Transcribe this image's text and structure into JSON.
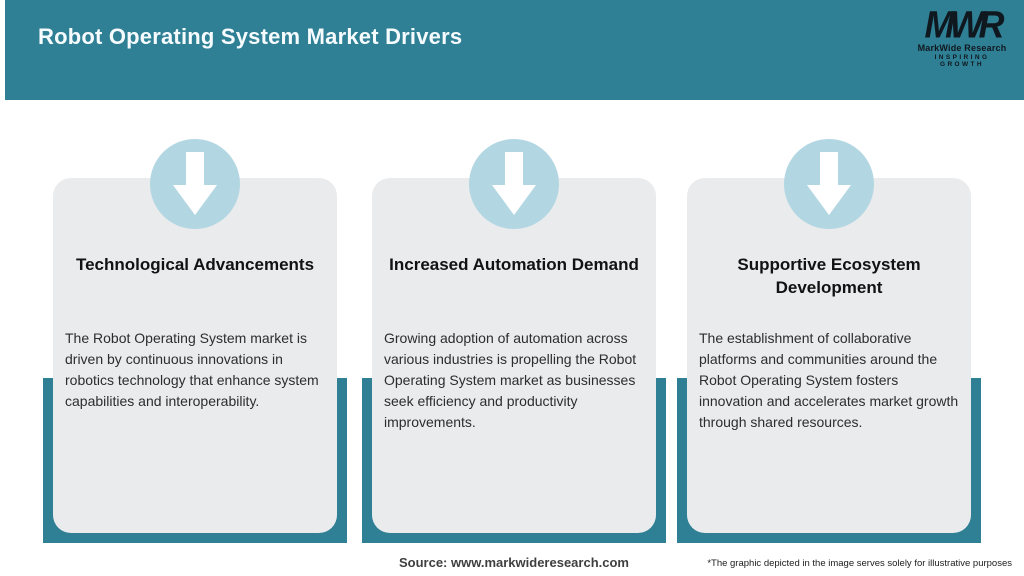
{
  "header": {
    "title": "Robot Operating System Market Drivers",
    "logo": {
      "monogram": "MWR",
      "company": "MarkWide Research",
      "tagline": "INSPIRING GROWTH"
    }
  },
  "cards": [
    {
      "title": "Technological Advancements",
      "body": "The Robot Operating System market is driven by continuous innovations in robotics technology that enhance system capabilities and interoperability."
    },
    {
      "title": "Increased Automation Demand",
      "body": "Growing adoption of automation across various industries is propelling the Robot Operating System market as businesses seek efficiency and productivity improvements."
    },
    {
      "title": "Supportive Ecosystem Development",
      "body": "The establishment of collaborative platforms and communities around the Robot Operating System fosters innovation and accelerates market growth through shared resources."
    }
  ],
  "footer": {
    "source": "Source: www.markwideresearch.com",
    "disclaimer": "*The graphic depicted in the image serves solely for illustrative purposes"
  },
  "colors": {
    "teal": "#2f7f95",
    "arrow_circle_blue": "#b2d7e3",
    "card_gray": "#e9ebec"
  }
}
